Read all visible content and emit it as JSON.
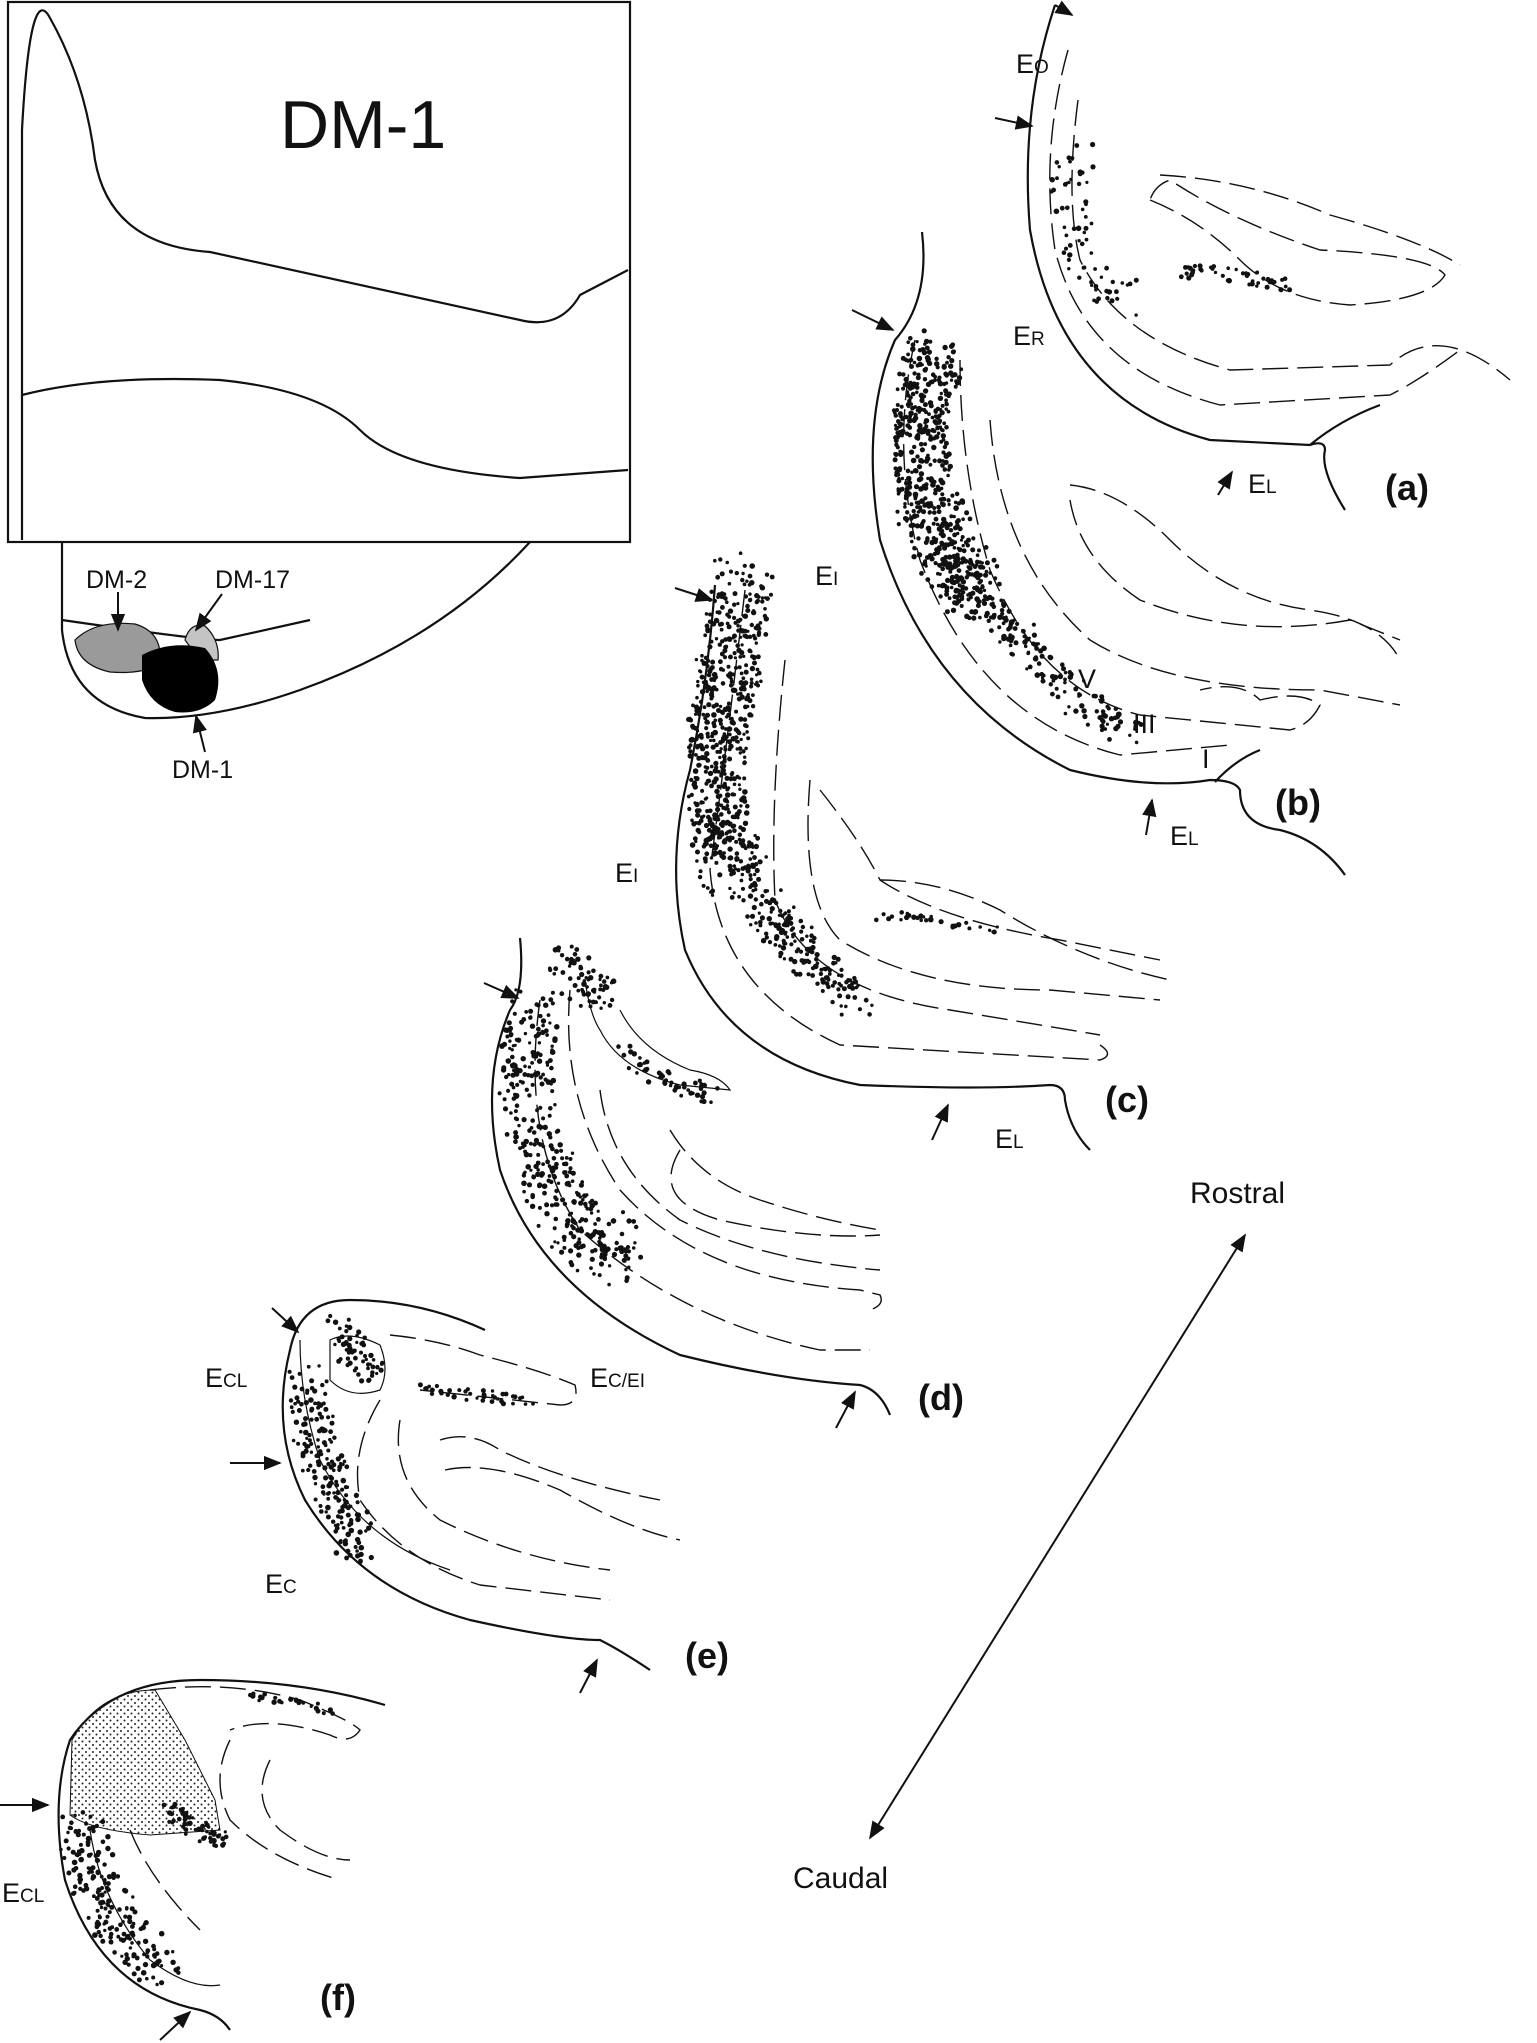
{
  "title": "DM-1",
  "brain_labels": {
    "dm2": "DM-2",
    "dm17": "DM-17",
    "dm1": "DM-1"
  },
  "colors": {
    "dm2_fill": "#9a9a9a",
    "dm17_fill": "#c4c4c4",
    "dm1_fill": "#000000",
    "line": "#111111"
  },
  "panels": {
    "a": "(a)",
    "b": "(b)",
    "c": "(c)",
    "d": "(d)",
    "e": "(e)",
    "f": "(f)"
  },
  "areas": {
    "a_eo": {
      "main": "E",
      "sub": "O"
    },
    "a_er": {
      "main": "E",
      "sub": "R"
    },
    "a_el": {
      "main": "E",
      "sub": "L"
    },
    "b_ei": {
      "main": "E",
      "sub": "I"
    },
    "b_el": {
      "main": "E",
      "sub": "L"
    },
    "c_ei": {
      "main": "E",
      "sub": "I"
    },
    "c_el": {
      "main": "E",
      "sub": "L"
    },
    "e_ecl": {
      "main": "E",
      "sub": "CL"
    },
    "e_ecei": {
      "main": "E",
      "sub": "C/E",
      "tail": "I"
    },
    "e_ec": {
      "main": "E",
      "sub": "C"
    },
    "f_ecl": {
      "main": "E",
      "sub": "CL"
    }
  },
  "layers": {
    "v": "V",
    "iii": "III",
    "i": "I"
  },
  "axis": {
    "rostral": "Rostral",
    "caudal": "Caudal"
  }
}
